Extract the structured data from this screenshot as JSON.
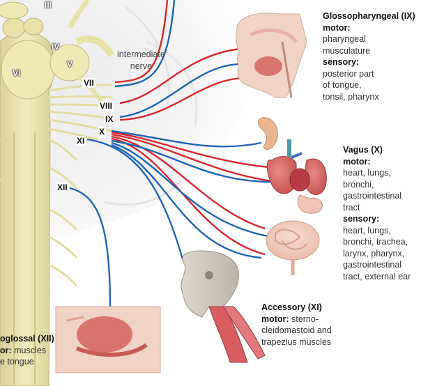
{
  "brainstem_labels": {
    "iii": "III",
    "iv": "IV",
    "v": "V",
    "vi": "VI",
    "vii": "VII",
    "viii": "VIII",
    "ix": "IX",
    "x": "X",
    "xi": "XI",
    "xii": "XII"
  },
  "intermediate": [
    "intermediate",
    "nerve"
  ],
  "glosso": {
    "title": "Glossopharyngeal (IX)",
    "motor_head": "motor:",
    "motor_lines": [
      "pharyngeal",
      "musculature"
    ],
    "sensory_head": "sensory:",
    "sensory_lines": [
      "posterior part",
      "of tongue,",
      "tonsil, pharynx"
    ]
  },
  "vagus": {
    "title": "Vagus (X)",
    "motor_head": "motor:",
    "motor_lines": [
      "heart, lungs,",
      "bronchi,",
      "gastrointestinal",
      "tract"
    ],
    "sensory_head": "sensory:",
    "sensory_lines": [
      "heart, lungs,",
      "bronchi, trachea,",
      "larynx, pharynx,",
      "gastrointestinal",
      "tract, external ear"
    ]
  },
  "accessory": {
    "title": "Accessory (XI)",
    "motor_head": "motor:",
    "motor_rest": " sterno-",
    "lines": [
      "cleidomastoid and",
      "trapezius muscles"
    ]
  },
  "hypoglossal": {
    "title": "oglossal (XII)",
    "motor_head": "or:",
    "motor_rest": " muscles",
    "line": "e tongue"
  },
  "colors": {
    "motor": "#d9262e",
    "sensory": "#1f63b5",
    "nerve": "#e7e2a6",
    "brainstem": "#ece7b0"
  }
}
